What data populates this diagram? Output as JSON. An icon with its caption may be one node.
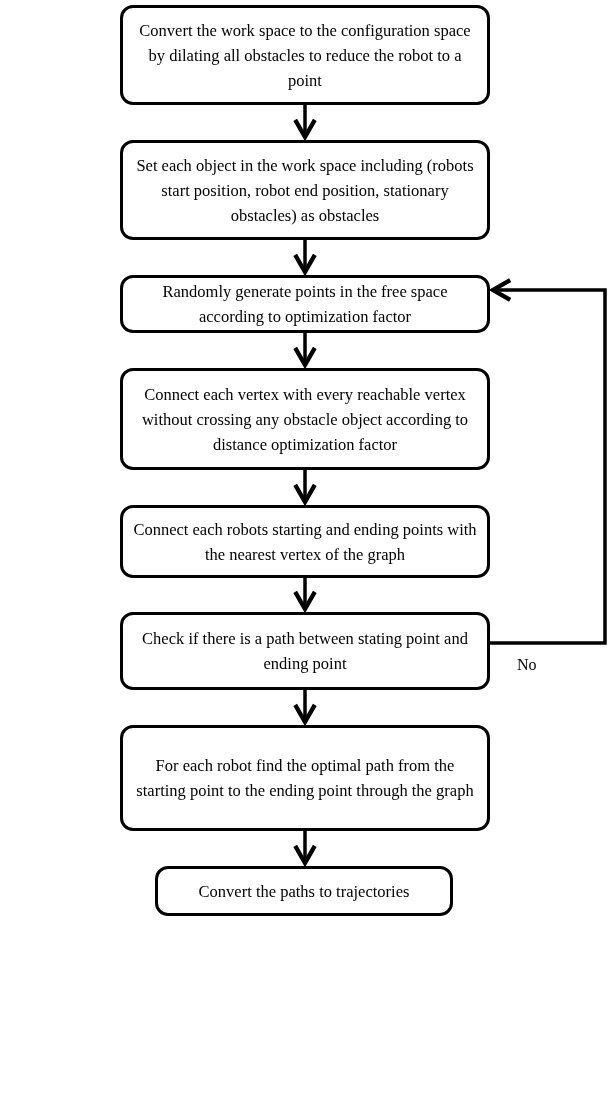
{
  "diagram": {
    "nodes": [
      {
        "text": [
          "Convert the work space to the configuration space by dilating all obstacles to reduce the robot to a point"
        ]
      },
      {
        "text": [
          "Set each object in the work space including (robots start position, robot end position, stationary obstacles) as obstacles"
        ]
      },
      {
        "text": [
          "Randomly generate points in the free space according to optimization factor"
        ]
      },
      {
        "text": [
          "Connect each vertex with every reachable vertex without crossing any obstacle object according to distance optimization factor"
        ]
      },
      {
        "text": [
          "Connect each robots starting and ending points with the nearest vertex of the graph"
        ]
      },
      {
        "text": [
          "Check if there is a path between stating point and ending point"
        ]
      },
      {
        "text": [
          "For each robot find the optimal path from the starting point to the ending point through the graph"
        ]
      },
      {
        "text": [
          "Convert the paths to trajectories"
        ]
      }
    ],
    "edges": [
      {
        "from": 0,
        "to": 1,
        "arrow": "to"
      },
      {
        "from": 1,
        "to": 2,
        "arrow": "to"
      },
      {
        "from": 2,
        "to": 3,
        "arrow": "to"
      },
      {
        "from": 3,
        "to": 4,
        "arrow": "to"
      },
      {
        "from": 4,
        "to": 5,
        "arrow": "to"
      },
      {
        "from": 5,
        "to": 2,
        "arrow": "to",
        "label": "No"
      },
      {
        "from": 5,
        "to": 6,
        "arrow": "to"
      },
      {
        "from": 6,
        "to": 7,
        "arrow": "to"
      }
    ]
  }
}
